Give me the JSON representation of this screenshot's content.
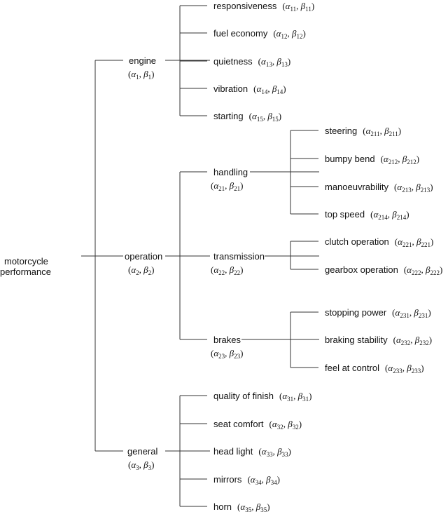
{
  "root": {
    "label_line1": "motorcycle",
    "label_line2": "performance"
  },
  "branches": [
    {
      "label": "engine",
      "param": {
        "a": "1",
        "b": "1"
      },
      "children": [
        {
          "label": "responsiveness",
          "param": {
            "a": "11",
            "b": "11"
          }
        },
        {
          "label": "fuel economy",
          "param": {
            "a": "12",
            "b": "12"
          }
        },
        {
          "label": "quietness",
          "param": {
            "a": "13",
            "b": "13"
          }
        },
        {
          "label": "vibration",
          "param": {
            "a": "14",
            "b": "14"
          }
        },
        {
          "label": "starting",
          "param": {
            "a": "15",
            "b": "15"
          }
        }
      ]
    },
    {
      "label": "operation",
      "param": {
        "a": "2",
        "b": "2"
      },
      "children": [
        {
          "label": "handling",
          "param": {
            "a": "21",
            "b": "21"
          },
          "children": [
            {
              "label": "steering",
              "param": {
                "a": "211",
                "b": "211"
              }
            },
            {
              "label": "bumpy bend",
              "param": {
                "a": "212",
                "b": "212"
              }
            },
            {
              "label": "manoeuvrability",
              "param": {
                "a": "213",
                "b": "213"
              }
            },
            {
              "label": "top speed",
              "param": {
                "a": "214",
                "b": "214"
              }
            }
          ]
        },
        {
          "label": "transmission",
          "param": {
            "a": "22",
            "b": "22"
          },
          "children": [
            {
              "label": "clutch operation",
              "param": {
                "a": "221",
                "b": "221"
              }
            },
            {
              "label": "gearbox operation",
              "param": {
                "a": "222",
                "b": "222"
              }
            }
          ]
        },
        {
          "label": "brakes",
          "param": {
            "a": "23",
            "b": "23"
          },
          "children": [
            {
              "label": "stopping power",
              "param": {
                "a": "231",
                "b": "231"
              }
            },
            {
              "label": "braking stability",
              "param": {
                "a": "232",
                "b": "232"
              }
            },
            {
              "label": "feel at control",
              "param": {
                "a": "233",
                "b": "233"
              }
            }
          ]
        }
      ]
    },
    {
      "label": "general",
      "param": {
        "a": "3",
        "b": "3"
      },
      "children": [
        {
          "label": "quality of finish",
          "param": {
            "a": "31",
            "b": "31"
          }
        },
        {
          "label": "seat comfort",
          "param": {
            "a": "32",
            "b": "32"
          }
        },
        {
          "label": "head light",
          "param": {
            "a": "33",
            "b": "33"
          }
        },
        {
          "label": "mirrors",
          "param": {
            "a": "34",
            "b": "34"
          }
        },
        {
          "label": "horn",
          "param": {
            "a": "35",
            "b": "35"
          }
        }
      ]
    }
  ],
  "symbols": {
    "alpha": "α",
    "beta": "β",
    "open": "(",
    "comma": ", ",
    "close": ")"
  }
}
